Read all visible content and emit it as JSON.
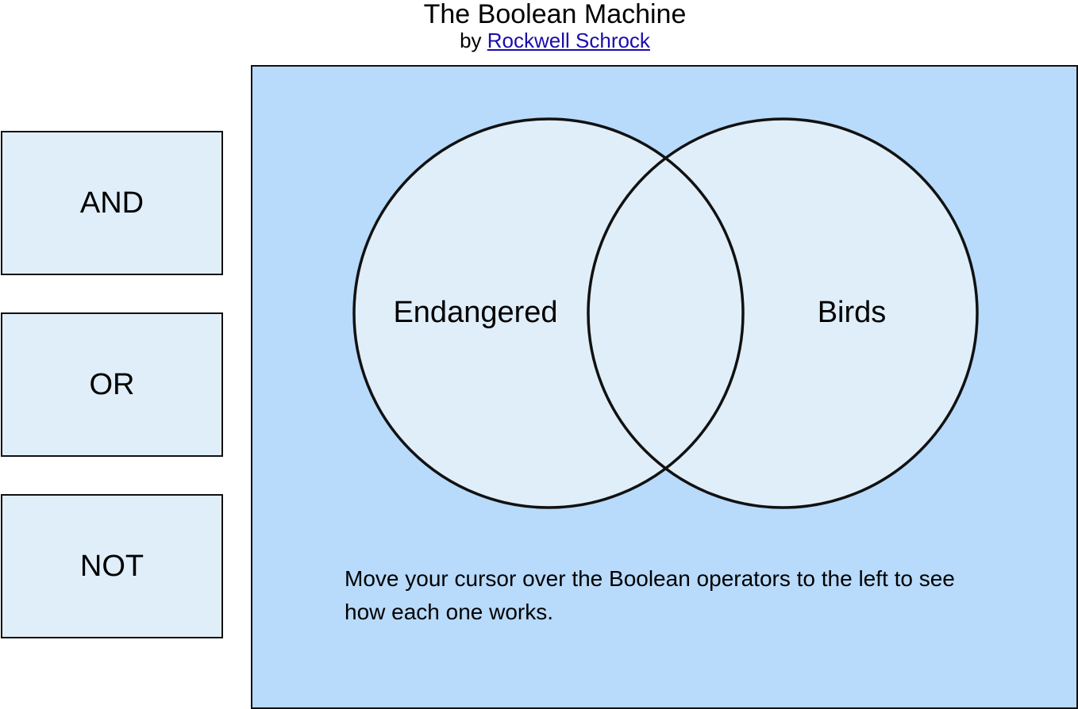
{
  "header": {
    "title": "The Boolean Machine",
    "by_prefix": "by",
    "author_link": "Rockwell Schrock"
  },
  "operators": [
    {
      "label": "AND"
    },
    {
      "label": "OR"
    },
    {
      "label": "NOT"
    }
  ],
  "venn": {
    "left_label": "Endangered",
    "right_label": "Birds",
    "circle_fill": "#dfeef8",
    "panel_fill": "#b8dafb"
  },
  "instructions": "Move your cursor over the Boolean operators to the left to see how each one works."
}
